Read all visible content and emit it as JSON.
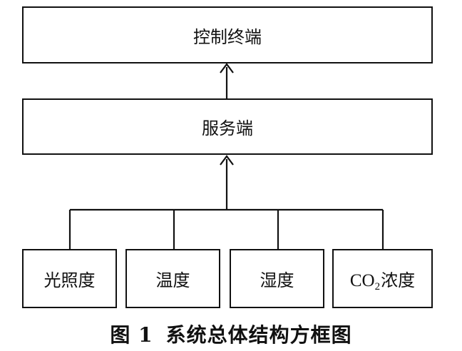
{
  "diagram": {
    "top_node": {
      "label": "控制终端"
    },
    "middle_node": {
      "label": "服务端"
    },
    "sensor_nodes": [
      {
        "label": "光照度"
      },
      {
        "label": "温度"
      },
      {
        "label": "湿度"
      },
      {
        "label_prefix": "CO",
        "label_subscript": "2",
        "label_suffix": "浓度"
      }
    ]
  },
  "caption": {
    "figure_number": "图 1",
    "title": "系统总体结构方框图"
  }
}
